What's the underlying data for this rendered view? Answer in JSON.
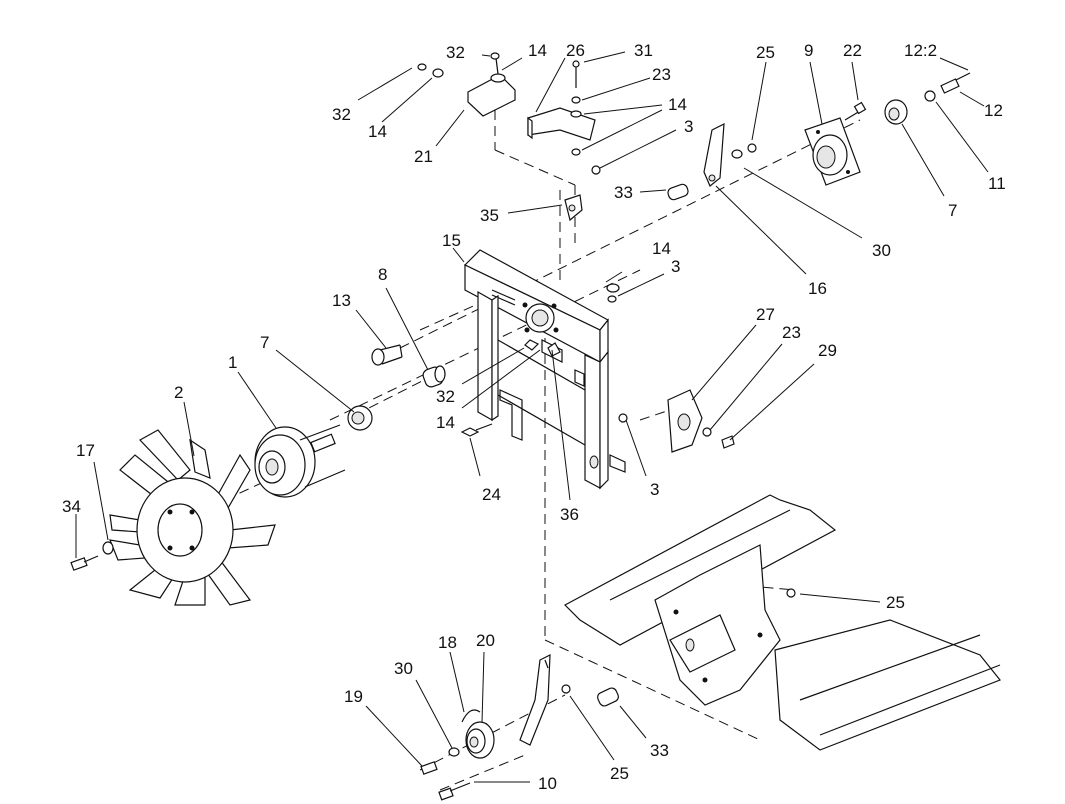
{
  "diagram": {
    "callouts": [
      {
        "id": "c32a",
        "text": "32"
      },
      {
        "id": "c14a",
        "text": "14"
      },
      {
        "id": "c26",
        "text": "26"
      },
      {
        "id": "c31",
        "text": "31"
      },
      {
        "id": "c23a",
        "text": "23"
      },
      {
        "id": "c14b",
        "text": "14"
      },
      {
        "id": "c3a",
        "text": "3"
      },
      {
        "id": "c32b",
        "text": "32"
      },
      {
        "id": "c14c",
        "text": "14"
      },
      {
        "id": "c21",
        "text": "21"
      },
      {
        "id": "c35",
        "text": "35"
      },
      {
        "id": "c25a",
        "text": "25"
      },
      {
        "id": "c9",
        "text": "9"
      },
      {
        "id": "c22",
        "text": "22"
      },
      {
        "id": "c12_2",
        "text": "12:2"
      },
      {
        "id": "c12",
        "text": "12"
      },
      {
        "id": "c11",
        "text": "11"
      },
      {
        "id": "c7a",
        "text": "7"
      },
      {
        "id": "c30a",
        "text": "30"
      },
      {
        "id": "c16",
        "text": "16"
      },
      {
        "id": "c33a",
        "text": "33"
      },
      {
        "id": "c15",
        "text": "15"
      },
      {
        "id": "c14d",
        "text": "14"
      },
      {
        "id": "c3b",
        "text": "3"
      },
      {
        "id": "c8",
        "text": "8"
      },
      {
        "id": "c13",
        "text": "13"
      },
      {
        "id": "c7b",
        "text": "7"
      },
      {
        "id": "c1",
        "text": "1"
      },
      {
        "id": "c2",
        "text": "2"
      },
      {
        "id": "c17",
        "text": "17"
      },
      {
        "id": "c34",
        "text": "34"
      },
      {
        "id": "c32c",
        "text": "32"
      },
      {
        "id": "c14e",
        "text": "14"
      },
      {
        "id": "c24",
        "text": "24"
      },
      {
        "id": "c36",
        "text": "36"
      },
      {
        "id": "c3c",
        "text": "3"
      },
      {
        "id": "c27",
        "text": "27"
      },
      {
        "id": "c23b",
        "text": "23"
      },
      {
        "id": "c29",
        "text": "29"
      },
      {
        "id": "c25b",
        "text": "25"
      },
      {
        "id": "c18",
        "text": "18"
      },
      {
        "id": "c20",
        "text": "20"
      },
      {
        "id": "c30b",
        "text": "30"
      },
      {
        "id": "c19",
        "text": "19"
      },
      {
        "id": "c25c",
        "text": "25"
      },
      {
        "id": "c33b",
        "text": "33"
      },
      {
        "id": "c10",
        "text": "10"
      }
    ]
  },
  "colors": {
    "line": "#111111",
    "background": "#ffffff"
  }
}
